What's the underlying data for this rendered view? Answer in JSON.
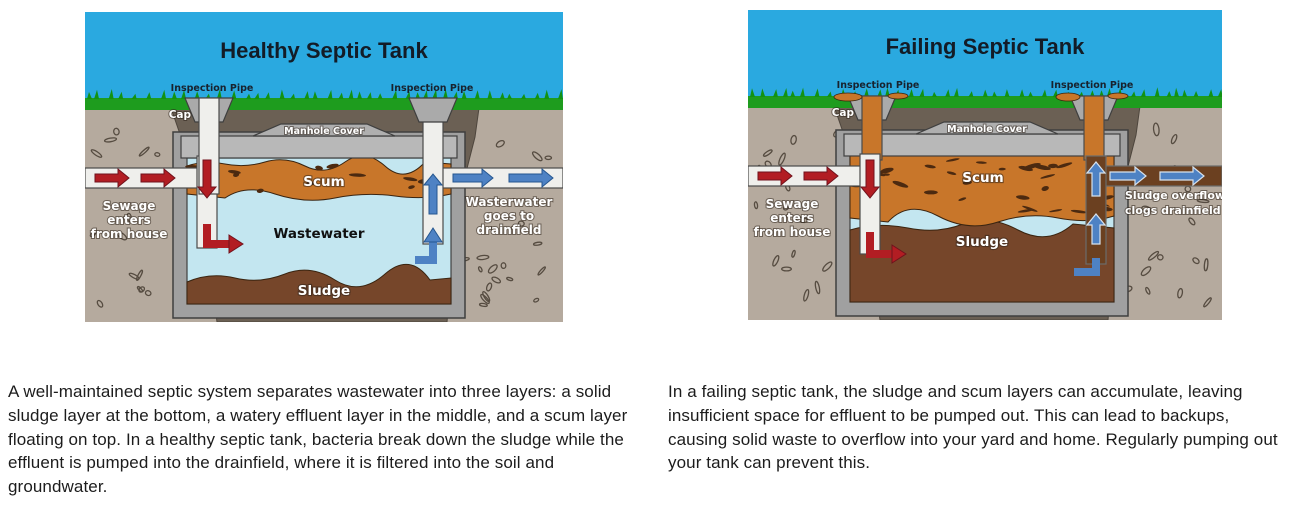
{
  "panels": {
    "healthy": {
      "title": "Healthy Septic Tank",
      "label_inspection_pipe_left": "Inspection Pipe",
      "label_inspection_pipe_right": "Inspection Pipe",
      "label_cap": "Cap",
      "label_manhole": "Manhole Cover",
      "label_scum": "Scum",
      "label_wastewater": "Wastewater",
      "label_sludge": "Sludge",
      "inlet_l1": "Sewage",
      "inlet_l2": "enters",
      "inlet_l3": "from house",
      "outlet_l1": "Wasterwater",
      "outlet_l2": "goes to",
      "outlet_l3": "drainfield",
      "caption": "A well-maintained septic system separates wastewater into three layers: a solid sludge layer at the bottom, a watery effluent layer in the middle, and a scum layer floating on top. In a healthy septic tank, bacteria break down the sludge while the effluent is pumped into the drainfield, where it is filtered into the soil and groundwater."
    },
    "failing": {
      "title": "Failing Septic Tank",
      "label_inspection_pipe_left": "Inspection Pipe",
      "label_inspection_pipe_right": "Inspection Pipe",
      "label_cap": "Cap",
      "label_manhole": "Manhole Cover",
      "label_scum": "Scum",
      "label_sludge": "Sludge",
      "inlet_l1": "Sewage",
      "inlet_l2": "enters",
      "inlet_l3": "from house",
      "overflow_l1": "Sludge overflow",
      "overflow_l2": "clogs drainfield",
      "caption": "In a failing septic tank, the sludge and scum layers can accumulate, leaving insufficient space for effluent to be pumped out. This can lead to backups, causing solid waste to overflow into your yard and home. Regularly pumping out your tank can prevent this."
    }
  },
  "colors": {
    "sky": "#2AA9E0",
    "grass": "#1E9C1E",
    "topsoil_dark": "#6B6054",
    "native_soil": "#B5AA9E",
    "tank_gray": "#A0A0A0",
    "pipe_white": "#EFEFEC",
    "scum_orange": "#C8762A",
    "wastewater_blue": "#C3E6F0",
    "sludge_brown": "#76462A",
    "inflow_arrow_red": "#B21D23",
    "outflow_arrow_blue": "#4E82C4",
    "title_text": "#131C27",
    "caption_text": "#1C1C1C"
  }
}
